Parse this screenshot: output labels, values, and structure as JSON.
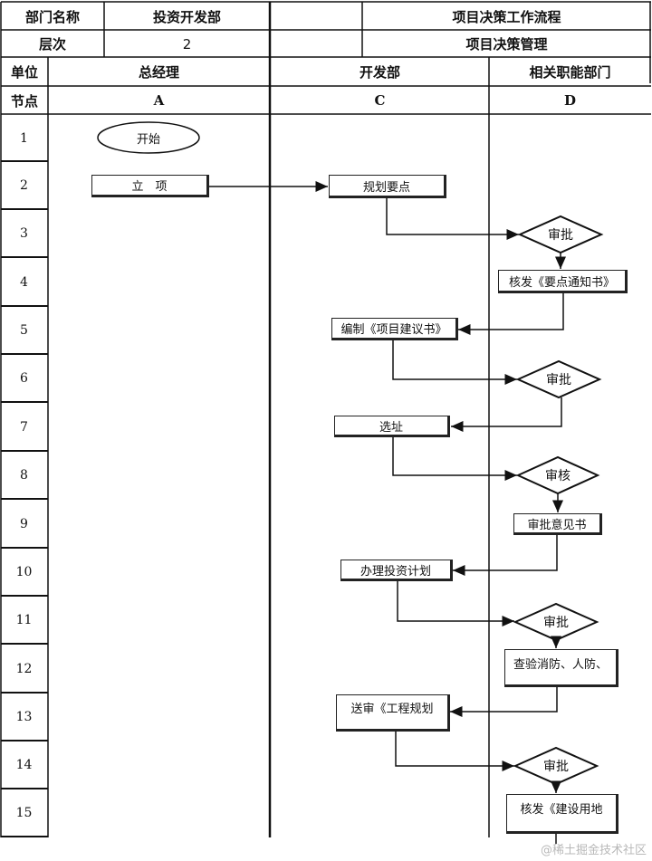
{
  "header": {
    "dept_label": "部门名称",
    "dept_value": "投资开发部",
    "title": "项目决策工作流程",
    "level_label": "层次",
    "level_value": "2",
    "subtitle": "项目决策管理",
    "unit_label": "单位",
    "col_a_name": "总经理",
    "col_c_name": "开发部",
    "col_d_name": "相关职能部门",
    "node_label": "节点",
    "col_a_code": "A",
    "col_c_code": "C",
    "col_d_code": "D"
  },
  "rows": [
    "1",
    "2",
    "3",
    "4",
    "5",
    "6",
    "7",
    "8",
    "9",
    "10",
    "11",
    "12",
    "13",
    "14",
    "15"
  ],
  "nodes": {
    "start": "开始",
    "establish": "立　项",
    "plan_points": "规划要点",
    "approve1": "审批",
    "notice": "核发《要点通知书》",
    "proposal": "编制《项目建议书》",
    "approve2": "审批",
    "site": "选址",
    "review": "审核",
    "opinion": "审批意见书",
    "invest_plan": "办理投资计划",
    "approve3": "审批",
    "inspect": "查验消防、人防、",
    "submit_plan": "送审《工程规划",
    "approve4": "审批",
    "land_permit": "核发《建设用地"
  },
  "watermark": "@稀土掘金技术社区"
}
